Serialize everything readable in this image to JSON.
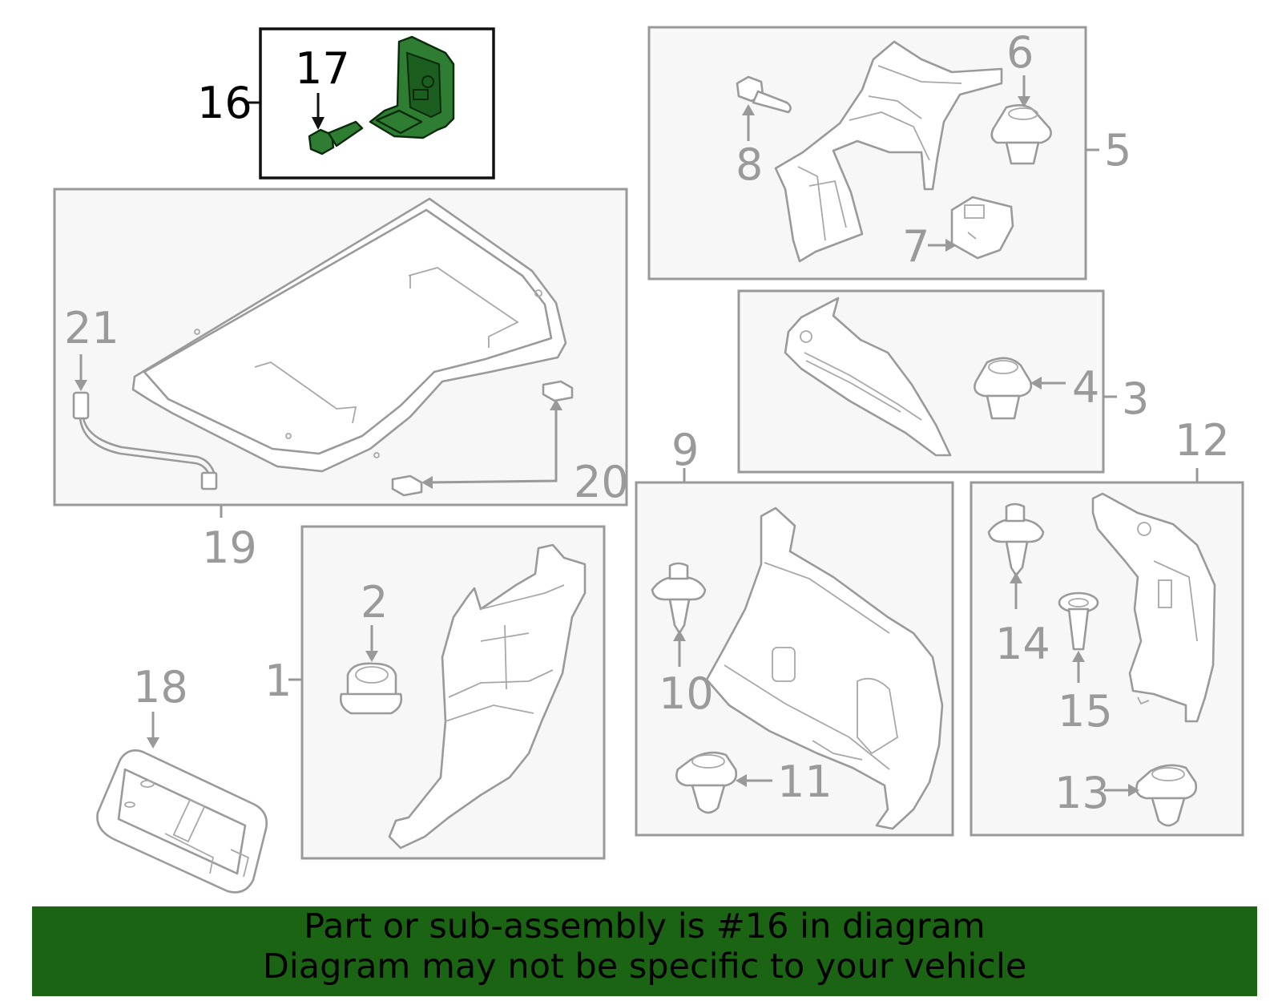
{
  "highlight_color": "#2e7d32",
  "banner_color": "#1b6414",
  "callouts": {
    "c1": "1",
    "c2": "2",
    "c3": "3",
    "c4": "4",
    "c5": "5",
    "c6": "6",
    "c7": "7",
    "c8": "8",
    "c9": "9",
    "c10": "10",
    "c11": "11",
    "c12": "12",
    "c13": "13",
    "c14": "14",
    "c15": "15",
    "c16": "16",
    "c17": "17",
    "c18": "18",
    "c19": "19",
    "c20": "20",
    "c21": "21"
  },
  "banner": {
    "line1": "Part or sub-assembly is #16 in diagram",
    "line2": "Diagram may not be specific to your vehicle"
  }
}
